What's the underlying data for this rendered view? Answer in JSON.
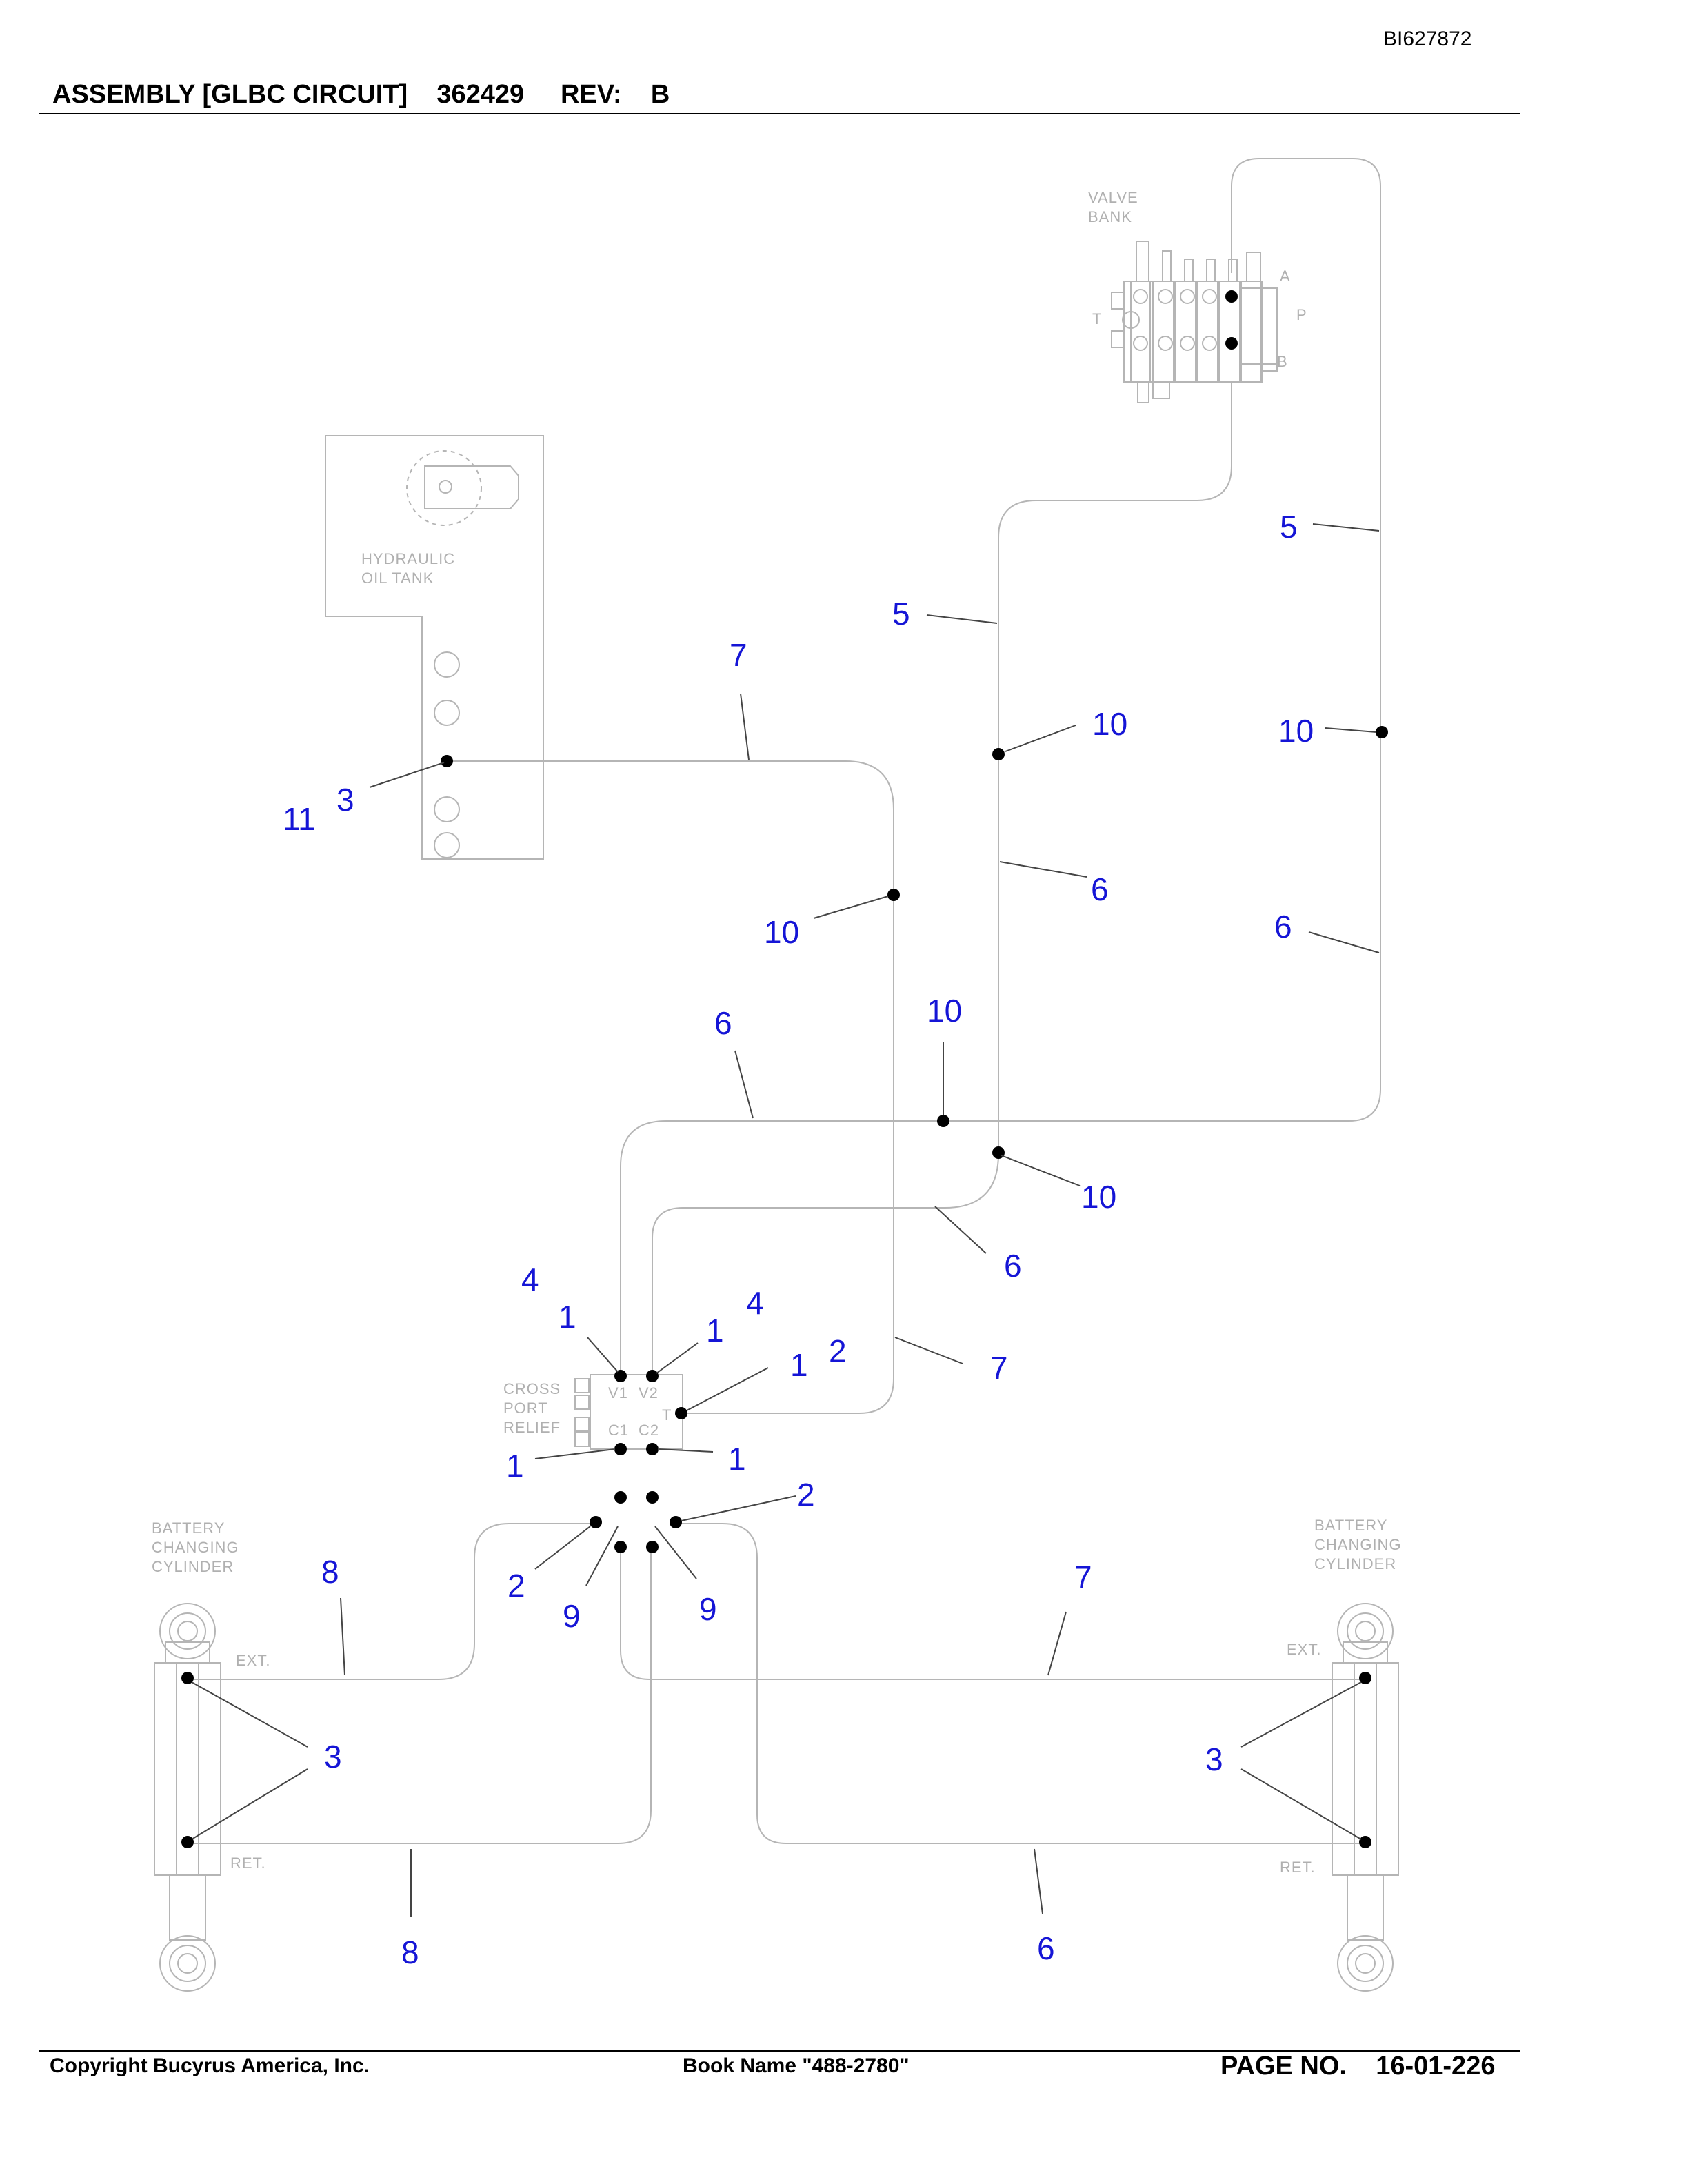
{
  "document": {
    "id": "BI627872",
    "header": "ASSEMBLY [GLBC CIRCUIT]    362429     REV:    B",
    "footer": {
      "copyright": "Copyright Bucyrus America, Inc.",
      "book": "Book Name \"488-2780\"",
      "page": "PAGE NO.    16-01-226"
    }
  },
  "labels": {
    "valve_bank": [
      "VALVE",
      "BANK"
    ],
    "valve_ports": {
      "a": "A",
      "p": "P",
      "b": "B",
      "t": "T"
    },
    "tank": [
      "HYDRAULIC",
      "OIL  TANK"
    ],
    "relief": [
      "CROSS",
      "PORT",
      "RELIEF"
    ],
    "relief_ports": {
      "v1": "V1",
      "v2": "V2",
      "c1": "C1",
      "c2": "C2",
      "t": "T"
    },
    "cylinder_left": [
      "BATTERY",
      "CHANGING",
      "CYLINDER"
    ],
    "cylinder_right": [
      "BATTERY",
      "CHANGING",
      "CYLINDER"
    ],
    "ext": "EXT.",
    "ret": "RET."
  },
  "callouts": {
    "c5_mid": "5",
    "c5_right": "5",
    "c7_top": "7",
    "c10_a": "10",
    "c10_b": "10",
    "c10_c": "10",
    "c10_d": "10",
    "c10_e": "10",
    "c6_a": "6",
    "c6_b": "6",
    "c6_c": "6",
    "c6_d": "6",
    "c6_e": "6",
    "c3_tank": "3",
    "c11": "11",
    "c4_a": "4",
    "c4_b": "4",
    "c1_a": "1",
    "c1_b": "1",
    "c1_c": "1",
    "c1_d": "1",
    "c1_e": "1",
    "c2_a": "2",
    "c2_b": "2",
    "c2_c": "2",
    "c7_mid": "7",
    "c7_right": "7",
    "c8_top": "8",
    "c8_bot": "8",
    "c9_a": "9",
    "c9_b": "9",
    "c3_left": "3",
    "c3_right": "3"
  }
}
